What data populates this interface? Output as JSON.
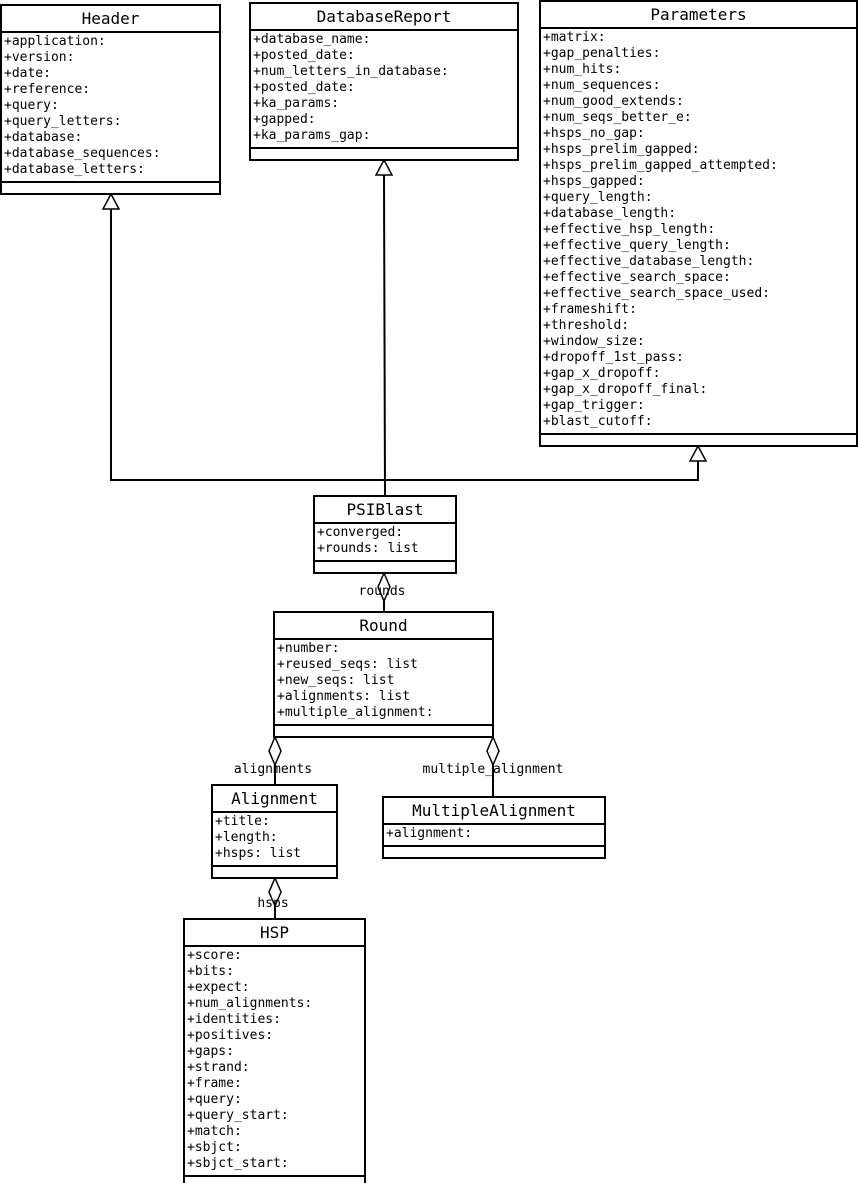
{
  "classes": {
    "header": {
      "name": "Header",
      "attributes": [
        "+application:",
        "+version:",
        "+date:",
        "+reference:",
        "+query:",
        "+query_letters:",
        "+database:",
        "+database_sequences:",
        "+database_letters:"
      ]
    },
    "database_report": {
      "name": "DatabaseReport",
      "attributes": [
        "+database_name:",
        "+posted_date:",
        "+num_letters_in_database:",
        "+posted_date:",
        "+ka_params:",
        "+gapped:",
        "+ka_params_gap:"
      ]
    },
    "parameters": {
      "name": "Parameters",
      "attributes": [
        "+matrix:",
        "+gap_penalties:",
        "+num_hits:",
        "+num_sequences:",
        "+num_good_extends:",
        "+num_seqs_better_e:",
        "+hsps_no_gap:",
        "+hsps_prelim_gapped:",
        "+hsps_prelim_gapped_attempted:",
        "+hsps_gapped:",
        "+query_length:",
        "+database_length:",
        "+effective_hsp_length:",
        "+effective_query_length:",
        "+effective_database_length:",
        "+effective_search_space:",
        "+effective_search_space_used:",
        "+frameshift:",
        "+threshold:",
        "+window_size:",
        "+dropoff_1st_pass:",
        "+gap_x_dropoff:",
        "+gap_x_dropoff_final:",
        "+gap_trigger:",
        "+blast_cutoff:"
      ]
    },
    "psiblast": {
      "name": "PSIBlast",
      "attributes": [
        "+converged:",
        "+rounds: list"
      ]
    },
    "round": {
      "name": "Round",
      "attributes": [
        "+number:",
        "+reused_seqs: list",
        "+new_seqs: list",
        "+alignments: list",
        "+multiple_alignment:"
      ]
    },
    "alignment": {
      "name": "Alignment",
      "attributes": [
        "+title:",
        "+length:",
        "+hsps: list"
      ]
    },
    "multiple_alignment": {
      "name": "MultipleAlignment",
      "attributes": [
        "+alignment:"
      ]
    },
    "hsp": {
      "name": "HSP",
      "attributes": [
        "+score:",
        "+bits:",
        "+expect:",
        "+num_alignments:",
        "+identities:",
        "+positives:",
        "+gaps:",
        "+strand:",
        "+frame:",
        "+query:",
        "+query_start:",
        "+match:",
        "+sbjct:",
        "+sbjct_start:"
      ]
    }
  },
  "relations": [
    {
      "type": "inheritance",
      "from": "psiblast",
      "to": "header"
    },
    {
      "type": "inheritance",
      "from": "psiblast",
      "to": "database_report"
    },
    {
      "type": "inheritance",
      "from": "psiblast",
      "to": "parameters"
    },
    {
      "type": "aggregation",
      "whole": "psiblast",
      "part": "round",
      "role": "rounds"
    },
    {
      "type": "aggregation",
      "whole": "round",
      "part": "alignment",
      "role": "alignments"
    },
    {
      "type": "aggregation",
      "whole": "round",
      "part": "multiple_alignment",
      "role": "multiple_alignment"
    },
    {
      "type": "aggregation",
      "whole": "alignment",
      "part": "hsp",
      "role": "hsps"
    }
  ]
}
